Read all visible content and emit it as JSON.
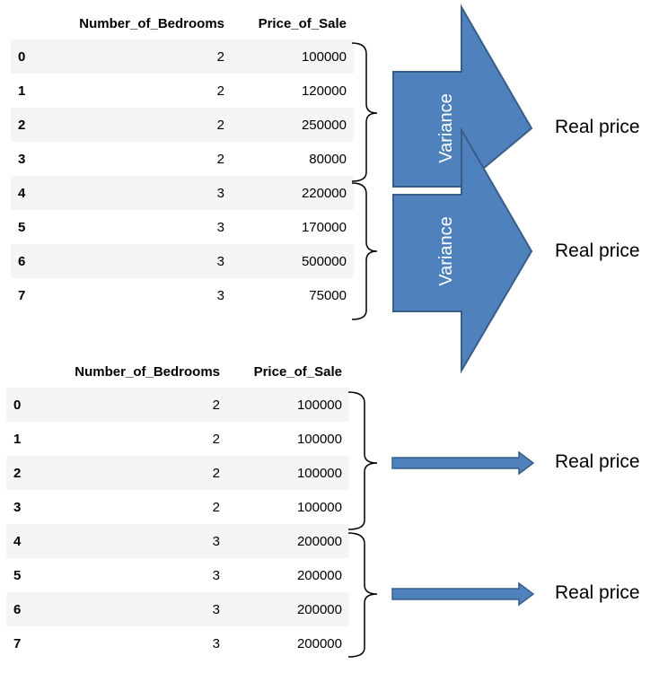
{
  "tables": [
    {
      "columns": [
        "",
        "Number_of_Bedrooms",
        "Price_of_Sale"
      ],
      "rows": [
        [
          "0",
          "2",
          "100000"
        ],
        [
          "1",
          "2",
          "120000"
        ],
        [
          "2",
          "2",
          "250000"
        ],
        [
          "3",
          "2",
          "80000"
        ],
        [
          "4",
          "3",
          "220000"
        ],
        [
          "5",
          "3",
          "170000"
        ],
        [
          "6",
          "3",
          "500000"
        ],
        [
          "7",
          "3",
          "75000"
        ]
      ]
    },
    {
      "columns": [
        "",
        "Number_of_Bedrooms",
        "Price_of_Sale"
      ],
      "rows": [
        [
          "0",
          "2",
          "100000"
        ],
        [
          "1",
          "2",
          "100000"
        ],
        [
          "2",
          "2",
          "100000"
        ],
        [
          "3",
          "2",
          "100000"
        ],
        [
          "4",
          "3",
          "200000"
        ],
        [
          "5",
          "3",
          "200000"
        ],
        [
          "6",
          "3",
          "200000"
        ],
        [
          "7",
          "3",
          "200000"
        ]
      ]
    }
  ],
  "arrows": {
    "variance_label": "Variance",
    "real_price_label": "Real price",
    "fill_color": "#4f81bd",
    "stroke_color": "#385d8a"
  }
}
